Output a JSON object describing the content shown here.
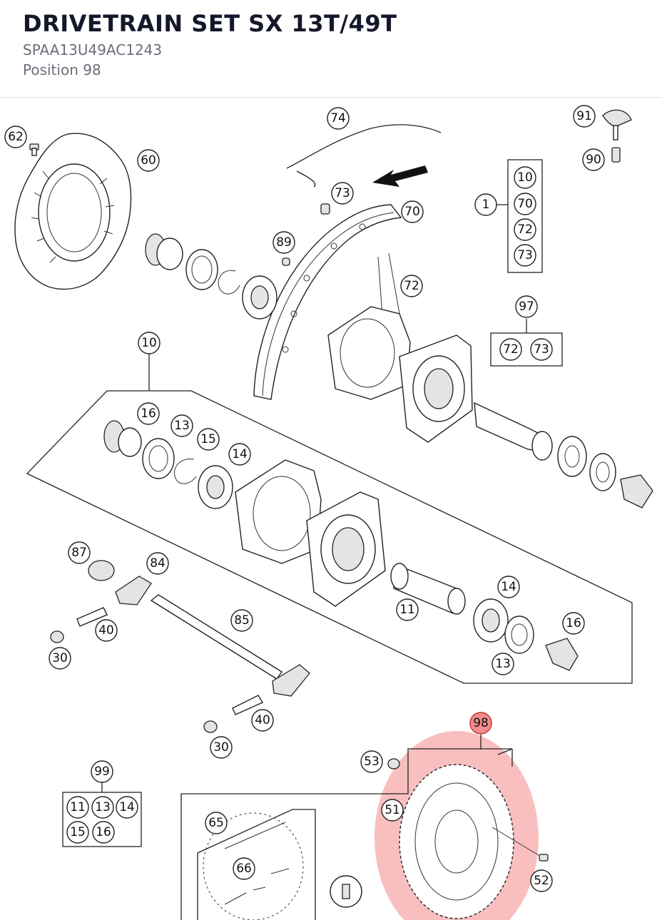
{
  "header": {
    "title": "DRIVETRAIN SET SX 13T/49T",
    "part_number": "SPAA13U49AC1243",
    "position": "Position 98"
  },
  "colors": {
    "highlight": "#f48a8a",
    "line": "#222222",
    "title": "#15182a",
    "subtitle": "#6a6f7a"
  },
  "active_callout": "98",
  "callouts": {
    "c62": "62",
    "c60": "60",
    "c74": "74",
    "c91": "91",
    "c90": "90",
    "c73a": "73",
    "c70a": "70",
    "c89": "89",
    "c72a": "72",
    "c1": "1",
    "c10a": "10",
    "c70b": "70",
    "c72b": "72",
    "c73b": "73",
    "c97": "97",
    "c72c": "72",
    "c73c": "73",
    "c10b": "10",
    "c16a": "16",
    "c13a": "13",
    "c15a": "15",
    "c14a": "14",
    "c87": "87",
    "c84": "84",
    "c40a": "40",
    "c30a": "30",
    "c85": "85",
    "c11a": "11",
    "c14b": "14",
    "c16b": "16",
    "c13b": "13",
    "c40b": "40",
    "c30b": "30",
    "c98": "98",
    "c53": "53",
    "c51": "51",
    "c52": "52",
    "c99": "99",
    "c11b": "11",
    "c13c": "13",
    "c14c": "14",
    "c15b": "15",
    "c16c": "16",
    "c65": "65",
    "c66": "66"
  }
}
